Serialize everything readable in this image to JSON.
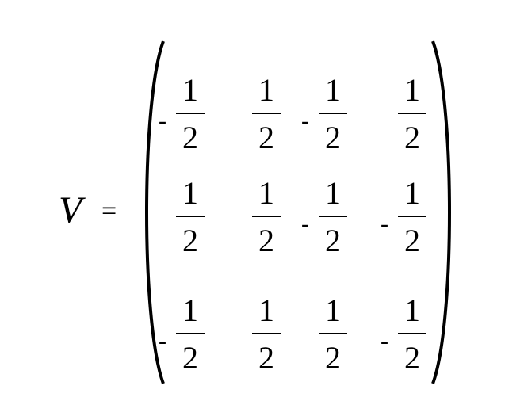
{
  "equation": {
    "variable": "V",
    "equals": "=",
    "matrix": {
      "rows": [
        [
          {
            "sign": "-",
            "numerator": "1",
            "denominator": "2"
          },
          {
            "sign": "",
            "numerator": "1",
            "denominator": "2"
          },
          {
            "sign": "-",
            "numerator": "1",
            "denominator": "2"
          },
          {
            "sign": "",
            "numerator": "1",
            "denominator": "2"
          }
        ],
        [
          {
            "sign": "",
            "numerator": "1",
            "denominator": "2"
          },
          {
            "sign": "",
            "numerator": "1",
            "denominator": "2"
          },
          {
            "sign": "-",
            "numerator": "1",
            "denominator": "2"
          },
          {
            "sign": "-",
            "numerator": "1",
            "denominator": "2"
          }
        ],
        [
          {
            "sign": "-",
            "numerator": "1",
            "denominator": "2"
          },
          {
            "sign": "",
            "numerator": "1",
            "denominator": "2"
          },
          {
            "sign": "",
            "numerator": "1",
            "denominator": "2"
          },
          {
            "sign": "-",
            "numerator": "1",
            "denominator": "2"
          }
        ]
      ]
    }
  }
}
